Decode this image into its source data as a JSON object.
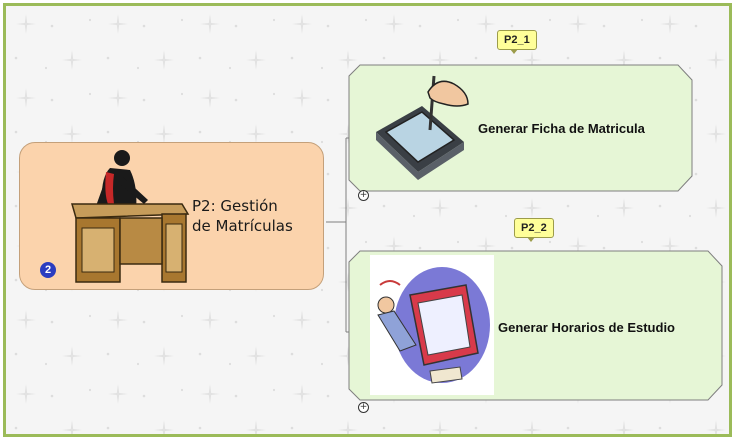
{
  "map": {
    "central": {
      "line1": "P2: Gestión",
      "line2": "de Matrículas",
      "badge": "2",
      "icon": "desk-icon",
      "color": "#fbd3ac"
    },
    "subtopics": [
      {
        "tag": "P2_1",
        "label": "Generar Ficha de Matricula",
        "icon": "tablet-stylus-icon",
        "color": "#e6f6d6"
      },
      {
        "tag": "P2_2",
        "label": "Generar Horarios de Estudio",
        "icon": "schedule-clipart-icon",
        "color": "#e6f6d6"
      }
    ],
    "frame_color": "#9bbb59"
  }
}
